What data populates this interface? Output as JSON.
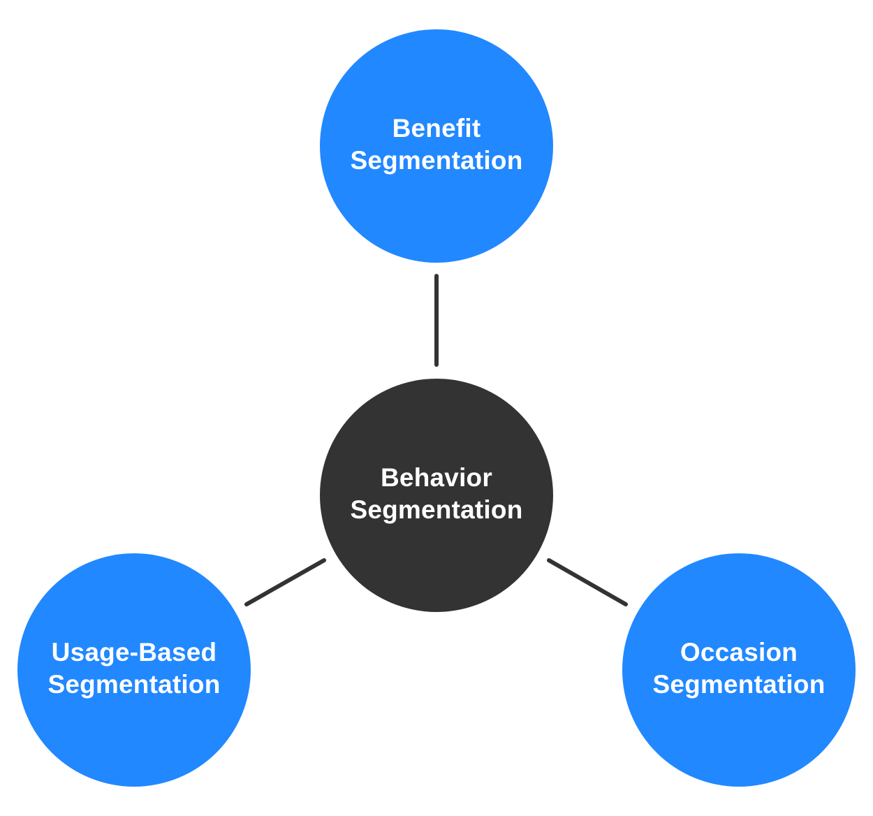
{
  "colors": {
    "leaf_fill": "#2188FF",
    "center_fill": "#333333",
    "connector": "#333333",
    "text": "#FFFFFF",
    "background": "#FFFFFF"
  },
  "center": {
    "line1": "Behavior",
    "line2": "Segmentation"
  },
  "nodes": {
    "top": {
      "line1": "Benefit",
      "line2": "Segmentation"
    },
    "left": {
      "line1": "Usage-Based",
      "line2": "Segmentation"
    },
    "right": {
      "line1": "Occasion",
      "line2": "Segmentation"
    }
  },
  "connections": [
    {
      "from": "Behavior Segmentation",
      "to": "Benefit Segmentation"
    },
    {
      "from": "Behavior Segmentation",
      "to": "Usage-Based Segmentation"
    },
    {
      "from": "Behavior Segmentation",
      "to": "Occasion Segmentation"
    }
  ]
}
